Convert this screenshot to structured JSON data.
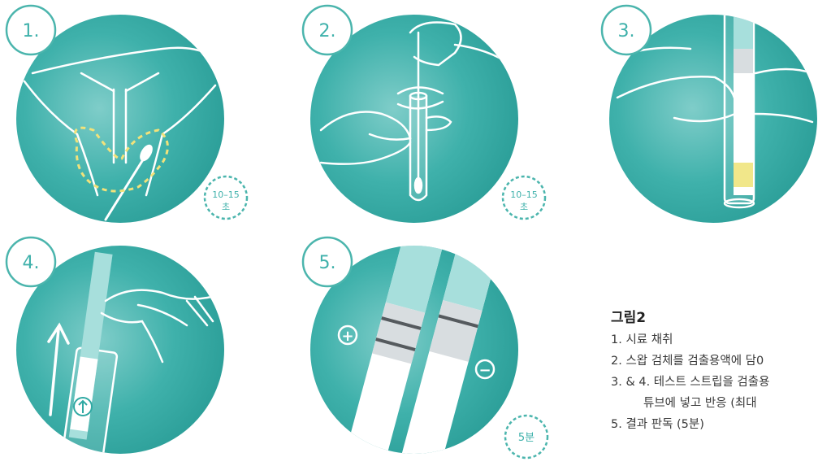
{
  "figure": {
    "colors": {
      "teal": "#2fa9a3",
      "teal_light": "#8fd3d0",
      "dash_yellow": "#f2e27a",
      "white": "#ffffff"
    },
    "steps": [
      {
        "label": "1.",
        "timer": {
          "value": "10–15",
          "unit": "초"
        }
      },
      {
        "label": "2.",
        "timer": {
          "value": "10–15",
          "unit": "초"
        }
      },
      {
        "label": "3."
      },
      {
        "label": "4."
      },
      {
        "label": "5.",
        "timer": {
          "value": "5분"
        },
        "signs": {
          "positive": "+",
          "negative": "−"
        }
      }
    ],
    "legend": {
      "title": "그림2",
      "items": [
        "1. 시료 채취",
        "2. 스왑 검체를 검출용액에 담0",
        "3. & 4. 테스트 스트립을 검출용",
        "튜브에 넣고 반응 (최대",
        "5. 결과 판독 (5분)"
      ]
    }
  }
}
